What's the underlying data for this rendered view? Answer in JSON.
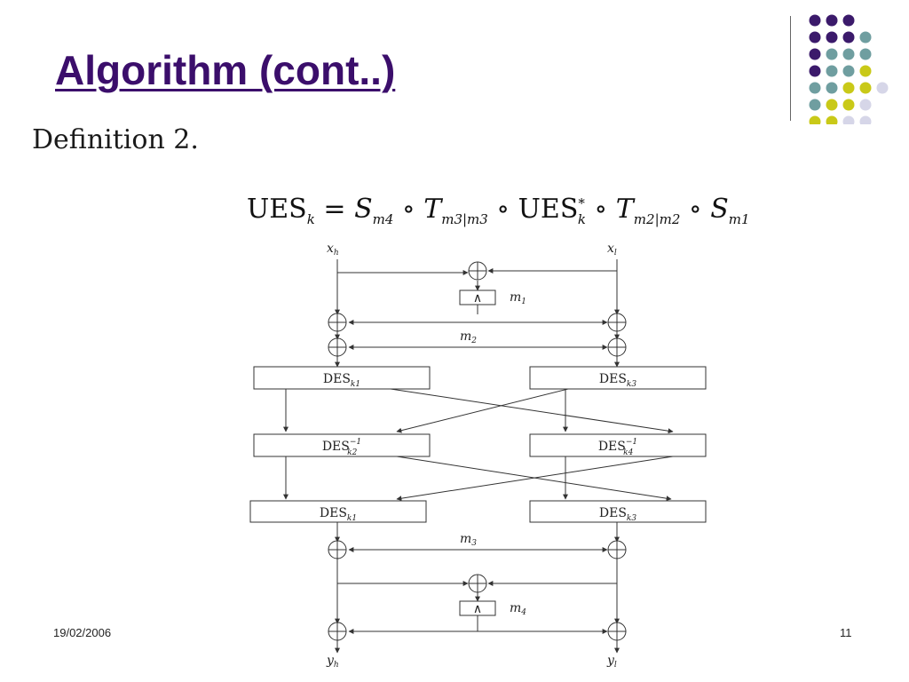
{
  "slide": {
    "title": "Algorithm (cont..)",
    "definition_label": "Definition 2.",
    "footer_date": "19/02/2006",
    "page_number": "11"
  },
  "formula": {
    "lhs": "UES",
    "lhs_sub": "k",
    "equals": "=",
    "terms": [
      {
        "base": "S",
        "sub": "m4"
      },
      {
        "base": "T",
        "sub": "m3|m3"
      },
      {
        "base": "UES",
        "sub": "k",
        "sup": "*"
      },
      {
        "base": "T",
        "sub": "m2|m2"
      },
      {
        "base": "S",
        "sub": "m1"
      }
    ],
    "operator": "∘"
  },
  "diagram": {
    "inputs": [
      {
        "base": "x",
        "sub": "h"
      },
      {
        "base": "x",
        "sub": "l"
      }
    ],
    "outputs": [
      {
        "base": "y",
        "sub": "h"
      },
      {
        "base": "y",
        "sub": "l"
      }
    ],
    "mask_labels": [
      {
        "base": "m",
        "sub": "1"
      },
      {
        "base": "m",
        "sub": "2"
      },
      {
        "base": "m",
        "sub": "3"
      },
      {
        "base": "m",
        "sub": "4"
      }
    ],
    "and_symbol": "∧",
    "boxes": [
      {
        "text": "DES",
        "sub": "k1",
        "sup": ""
      },
      {
        "text": "DES",
        "sub": "k3",
        "sup": ""
      },
      {
        "text": "DES",
        "sub": "k2",
        "sup": "−1"
      },
      {
        "text": "DES",
        "sub": "k4",
        "sup": "−1"
      },
      {
        "text": "DES",
        "sub": "k1",
        "sup": ""
      },
      {
        "text": "DES",
        "sub": "k3",
        "sup": ""
      }
    ]
  },
  "colors": {
    "title": "#3b0e6b",
    "dot_purple": "#3b1a6b",
    "dot_teal": "#6f9ea0",
    "dot_yellow": "#c9c918",
    "dot_lavender": "#d6d6e8"
  },
  "decoration": {
    "dot_grid": [
      [
        "purple",
        "purple",
        "purple",
        "none"
      ],
      [
        "purple",
        "purple",
        "purple",
        "teal"
      ],
      [
        "purple",
        "teal",
        "teal",
        "teal"
      ],
      [
        "purple",
        "teal",
        "teal",
        "yellow"
      ],
      [
        "teal",
        "teal",
        "yellow",
        "yellow",
        "lavender"
      ],
      [
        "teal",
        "yellow",
        "yellow",
        "lavender"
      ],
      [
        "yellow",
        "yellow",
        "lavender",
        "lavender"
      ]
    ]
  }
}
